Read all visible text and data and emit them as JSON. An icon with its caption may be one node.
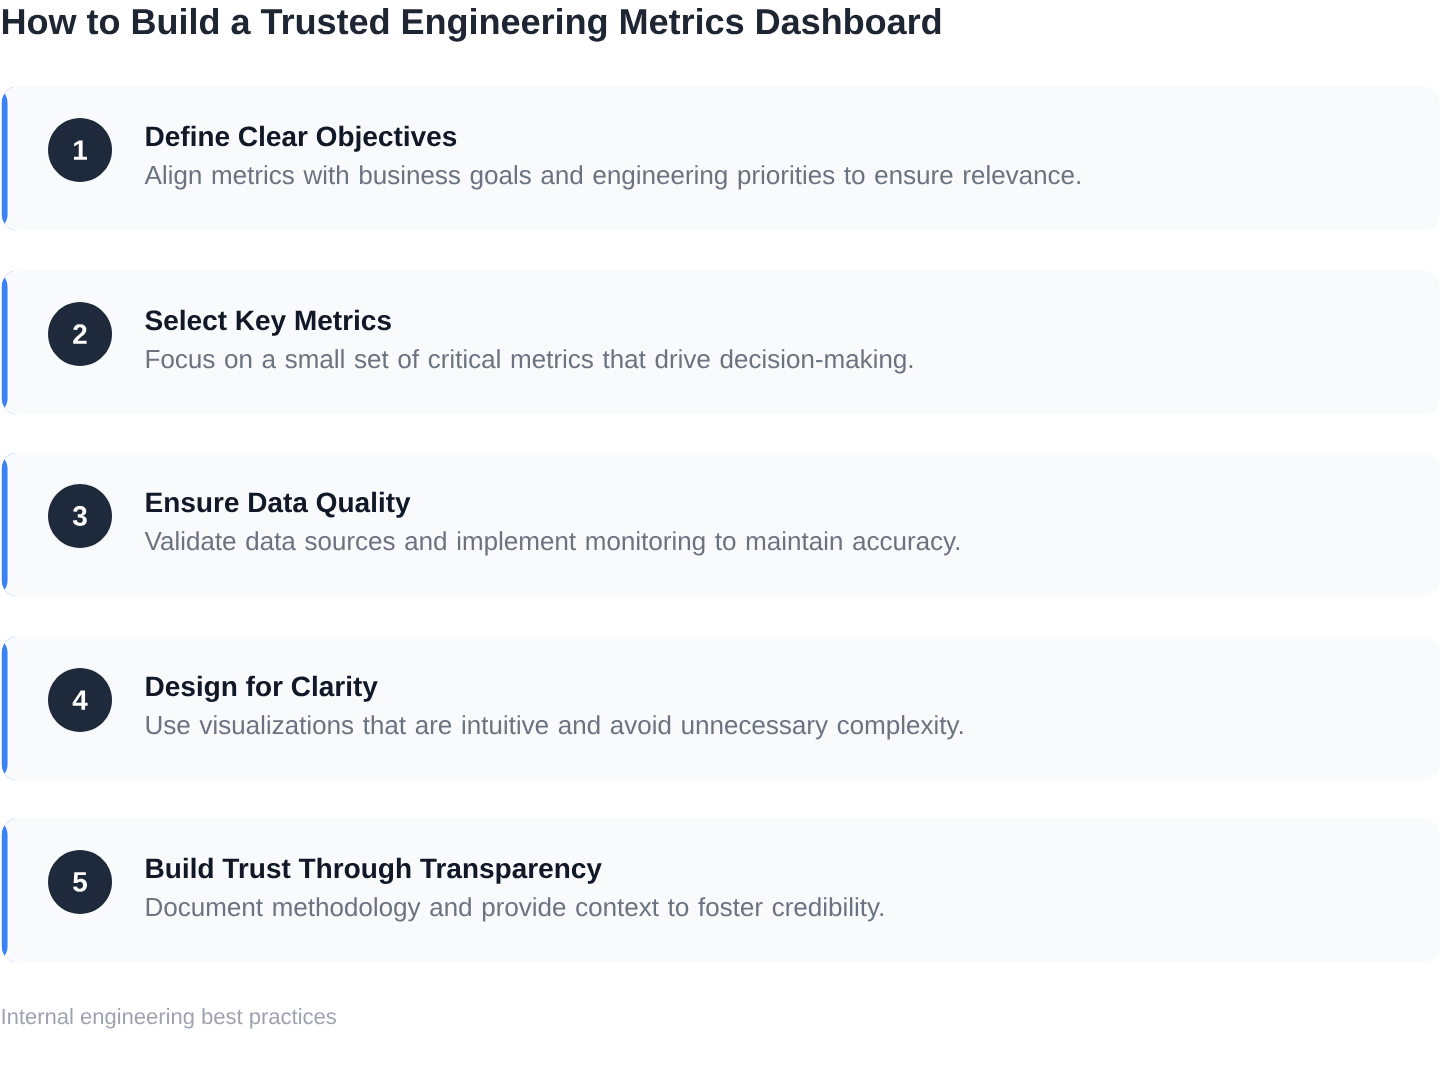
{
  "diagram": {
    "title": "How to Build a Trusted Engineering Metrics Dashboard",
    "nodes": [
      {
        "text": [
          "Define Clear Objectives",
          "Align metrics with business goals and engineering priorities to ensure relevance."
        ]
      },
      {
        "text": [
          "1"
        ],
        "in": 0
      },
      {
        "text": [
          "Select Key Metrics",
          "Focus on a small set of critical metrics that drive decision-making."
        ]
      },
      {
        "text": [
          "2"
        ],
        "in": 2
      },
      {
        "text": [
          "Ensure Data Quality",
          "Validate data sources and implement monitoring to maintain accuracy."
        ]
      },
      {
        "text": [
          "3"
        ],
        "in": 4
      },
      {
        "text": [
          "Design for Clarity",
          "Use visualizations that are intuitive and avoid unnecessary complexity."
        ]
      },
      {
        "text": [
          "4"
        ],
        "in": 6
      },
      {
        "text": [
          "Build Trust Through Transparency",
          "Document methodology and provide context to foster credibility."
        ]
      },
      {
        "text": [
          "5"
        ],
        "in": 8
      }
    ],
    "labels": [
      "Internal engineering best practices"
    ]
  }
}
